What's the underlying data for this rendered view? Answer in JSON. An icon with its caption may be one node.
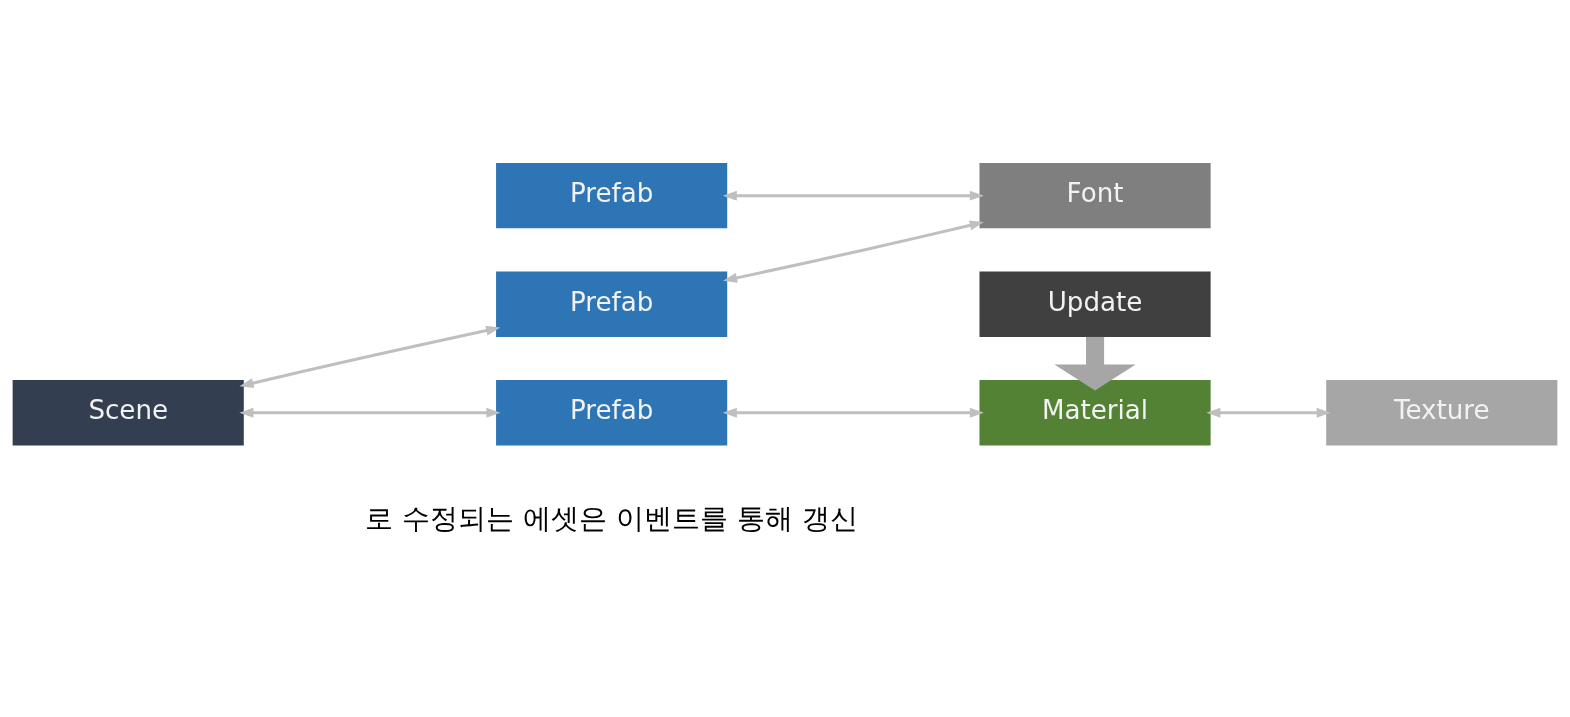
{
  "diagram": {
    "nodes": [
      {
        "text": [
          "Prefab"
        ]
      },
      {
        "text": [
          "Font"
        ]
      },
      {
        "text": [
          "Prefab"
        ]
      },
      {
        "text": [
          "Scene"
        ]
      },
      {
        "text": [
          "Material"
        ]
      },
      {
        "text": [
          "Texture"
        ]
      },
      {
        "text": [
          "Prefab"
        ]
      },
      {
        "text": [
          "Update"
        ]
      }
    ],
    "edges": [
      {
        "from": 0,
        "to": 1,
        "arrow": "both"
      },
      {
        "from": 2,
        "to": 1,
        "arrow": "both"
      },
      {
        "from": 3,
        "to": 2,
        "arrow": "both"
      },
      {
        "from": 3,
        "to": 6,
        "arrow": "both"
      },
      {
        "from": 6,
        "to": 4,
        "arrow": "both"
      },
      {
        "from": 4,
        "to": 5,
        "arrow": "both"
      },
      {
        "from": 7,
        "to": 4,
        "arrow": "to",
        "style": "thick",
        "color": "#a6a6a6"
      }
    ],
    "labels": [
      "로 수정되는 에셋은 이벤트를 통해 갱신"
    ]
  }
}
